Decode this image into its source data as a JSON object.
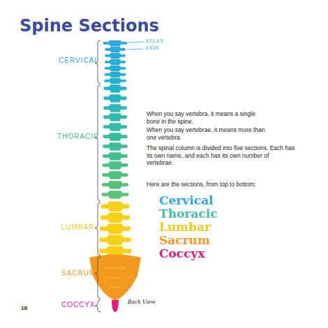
{
  "diagram": {
    "title": "Spine Sections",
    "labels": [
      "ATLAS",
      "AXIS",
      "CERVICAL",
      "When you say vertebra, it means a single bone in the spine.",
      "When you say vertebrae, it means more than one vertebra.",
      "The spinal column is divided into five sections. Each has its own name, and each has its own number of vertebrae.",
      "THORACIC",
      "Here are the sections, from top to bottom:",
      "Cervical",
      "Thoracic",
      "Lumbar",
      "Sacrum",
      "Coccyx",
      "LUMBAR",
      "SACRUM",
      "COCCYX",
      "Back View",
      "18"
    ]
  }
}
